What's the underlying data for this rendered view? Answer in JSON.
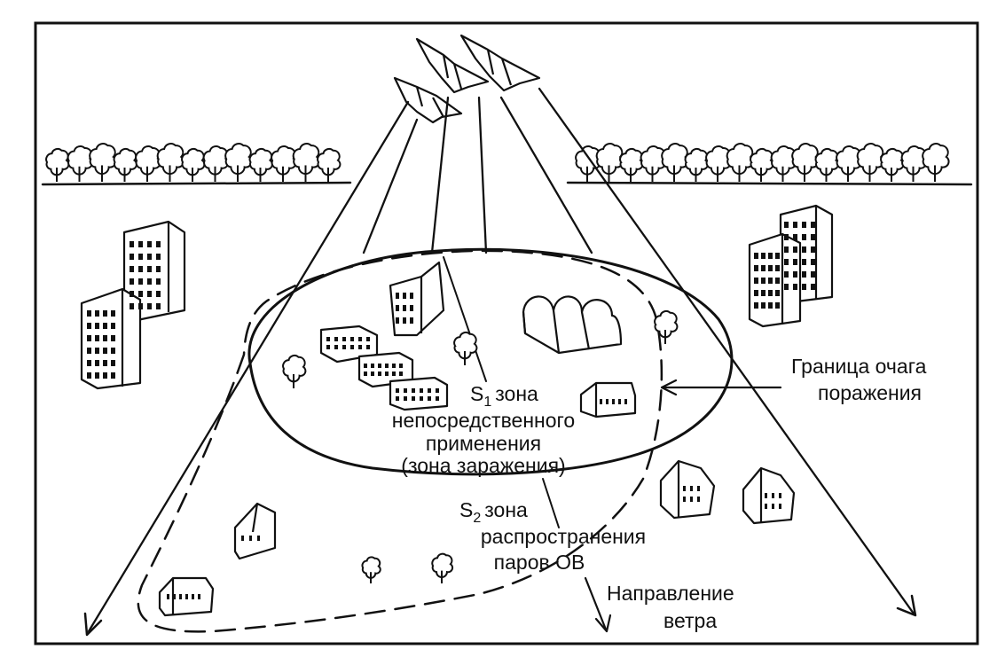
{
  "labels": {
    "s1_letter": "S",
    "s1_sub": "1",
    "s1_title": "зона",
    "s1_line2": "непосредственного",
    "s1_line3": "применения",
    "s1_line4": "(зона заражения)",
    "s2_letter": "S",
    "s2_sub": "2",
    "s2_title": "зона",
    "s2_line2": "распространения",
    "s2_line3": "паров ОВ",
    "border_line1": "Граница очага",
    "border_line2": "поражения",
    "wind_line1": "Направление",
    "wind_line2": "ветра"
  },
  "colors": {
    "ink": "#111111",
    "paper": "#ffffff"
  }
}
